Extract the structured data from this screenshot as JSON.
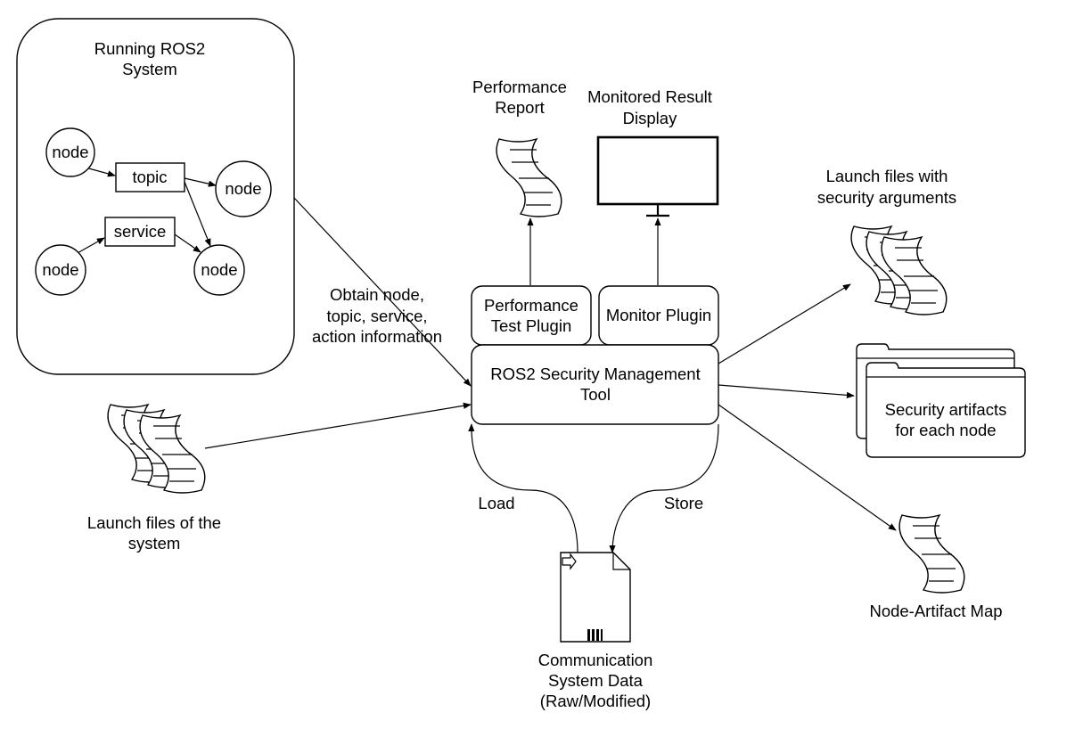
{
  "system": {
    "title_line1": "Running ROS2",
    "title_line2": "System",
    "node_label": "node",
    "topic_label": "topic",
    "service_label": "service"
  },
  "outputs": {
    "performance_report_line1": "Performance",
    "performance_report_line2": "Report",
    "monitored_display_line1": "Monitored Result",
    "monitored_display_line2": "Display"
  },
  "plugins": {
    "performance_line1": "Performance",
    "performance_line2": "Test Plugin",
    "monitor": "Monitor Plugin"
  },
  "tool": {
    "line1": "ROS2 Security Management",
    "line2": "Tool"
  },
  "edge_labels": {
    "obtain_line1": "Obtain node,",
    "obtain_line2": "topic, service,",
    "obtain_line3": "action information",
    "load": "Load",
    "store": "Store"
  },
  "inputs": {
    "launch_files_line1": "Launch files of the",
    "launch_files_line2": "system"
  },
  "artifacts": {
    "secure_launch_line1": "Launch files with",
    "secure_launch_line2": "security arguments",
    "security_artifacts_line1": "Security artifacts",
    "security_artifacts_line2": "for each node",
    "node_artifact_map": "Node-Artifact Map"
  },
  "storage": {
    "line1": "Communication",
    "line2": "System Data",
    "line3": "(Raw/Modified)"
  }
}
